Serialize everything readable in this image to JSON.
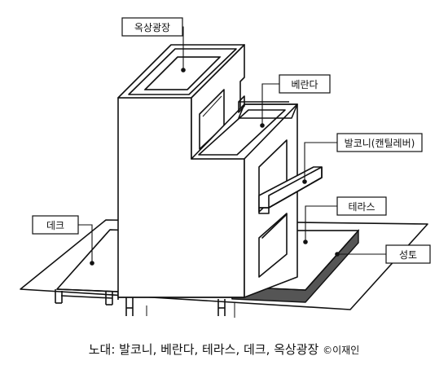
{
  "labels": {
    "rooftop_plaza": "옥상광장",
    "veranda": "베란다",
    "balcony_cantilever": "발코니(캔틸레버)",
    "terrace": "테라스",
    "deck": "데크",
    "seongdo": "성토"
  },
  "caption": {
    "text": "노대: 발코니, 베란다, 테라스, 데크, 옥상광장",
    "credit": "©이재인"
  },
  "colors": {
    "line": "#111111",
    "fill_mound": "#555555",
    "background": "#ffffff"
  }
}
